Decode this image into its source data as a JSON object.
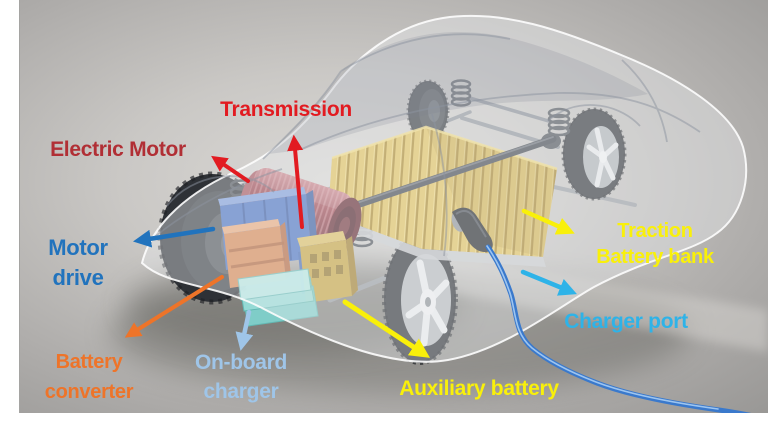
{
  "slide": {
    "background_center": "#dad8d5",
    "background_edge": "#8e8d8b",
    "frame_color": "#ffffff"
  },
  "labels": {
    "transmission": {
      "text": "Transmission",
      "color": "#e21b21",
      "arrow_color": "#e21b21"
    },
    "electric_motor": {
      "text": "Electric Motor",
      "color": "#b12f35",
      "arrow_color": "#e21b21"
    },
    "motor_drive": {
      "line1": "Motor",
      "line2": "drive",
      "color": "#2173bd",
      "arrow_color": "#2173bd"
    },
    "battery_converter": {
      "line1": "Battery",
      "line2": "converter",
      "color": "#ee7429",
      "arrow_color": "#ee7429"
    },
    "onboard_charger": {
      "line1": "On-board",
      "line2": "charger",
      "color": "#9fc5e8",
      "arrow_color": "#9fc5e8"
    },
    "auxiliary_battery": {
      "text": "Auxiliary battery",
      "color": "#f9f00a",
      "arrow_color": "#f9f00a"
    },
    "traction_battery_bank": {
      "line1": "Traction",
      "line2": "Battery bank",
      "color": "#f9f00a",
      "arrow_color": "#f9f00a"
    },
    "charger_port": {
      "text": "Charger port",
      "color": "#2eb3e8",
      "arrow_color": "#2eb3e8"
    }
  },
  "illustration": {
    "subject": "translucent electric car cutaway",
    "component_colors": {
      "electric_motor": "#8e3c44",
      "traction_battery_cells": "#e2c25a",
      "motor_drive_unit": "#4671c2",
      "battery_converter_unit": "#d8854f",
      "onboard_charger_unit": "#97dfda",
      "auxiliary_unit": "#c7a33d",
      "charging_cable": "#3a79cc",
      "tires": "#2e3136",
      "rims": "#d9dbde",
      "car_shell": "rgba(236,238,241,0.4)"
    }
  }
}
